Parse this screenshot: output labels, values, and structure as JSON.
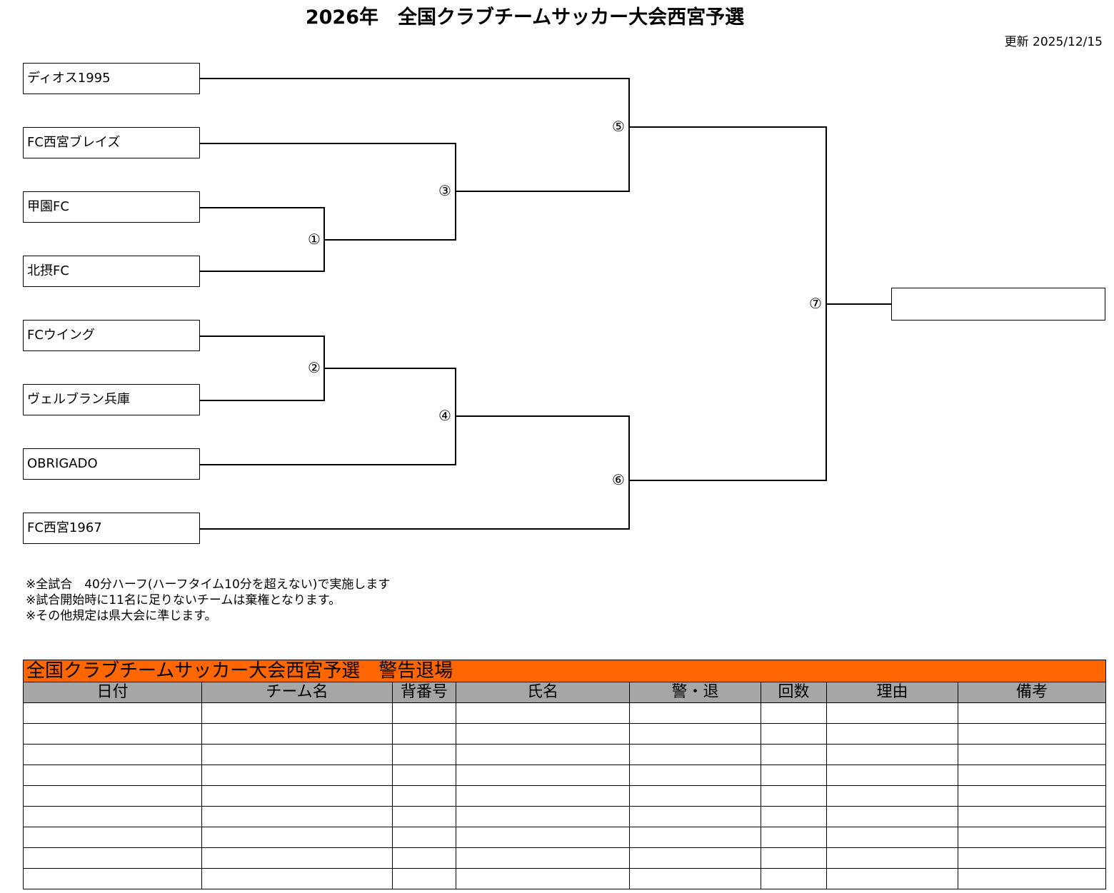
{
  "header": {
    "title": "2026年　全国クラブチームサッカー大会西宮予選",
    "updated": "更新 2025/12/15"
  },
  "bracket": {
    "teams": [
      "ディオス1995",
      "FC西宮ブレイズ",
      "甲園FC",
      "北摂FC",
      "FCウイング",
      "ヴェルブラン兵庫",
      "OBRIGADO",
      "FC西宮1967"
    ],
    "matches": [
      "①",
      "②",
      "③",
      "④",
      "⑤",
      "⑥",
      "⑦"
    ],
    "winner": ""
  },
  "notes": [
    "※全試合　40分ハーフ(ハーフタイム10分を超えない)で実施します",
    "※試合開始時に11名に足りないチームは棄権となります。",
    "※その他規定は県大会に準じます。"
  ],
  "cards_table": {
    "title": "全国クラブチームサッカー大会西宮予選　警告退場",
    "headers": [
      "日付",
      "チーム名",
      "背番号",
      "氏名",
      "警・退",
      "回数",
      "理由",
      "備考"
    ],
    "row_count": 9
  },
  "colors": {
    "title_bar": "#ff6600",
    "header_bar": "#a6a6a6"
  }
}
